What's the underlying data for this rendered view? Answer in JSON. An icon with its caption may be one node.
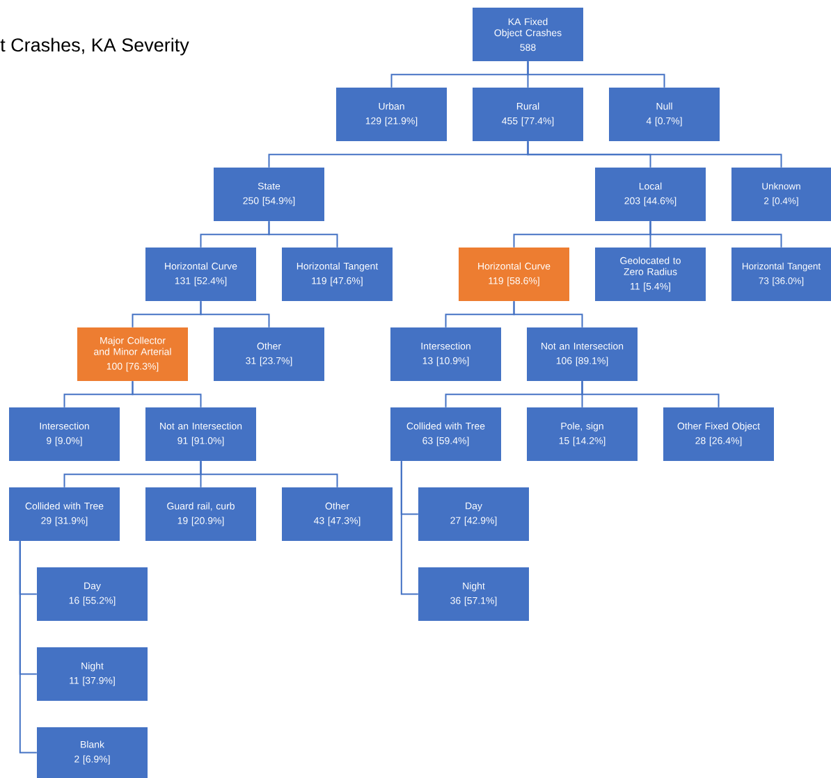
{
  "diagram": {
    "title": "t Crashes, KA Severity",
    "nodes": [
      {
        "text": [
          "KA Fixed Object Crashes",
          "588"
        ]
      },
      {
        "text": [
          "Urban",
          "129 [21.9%]"
        ]
      },
      {
        "text": [
          "Rural",
          "455 [77.4%]"
        ]
      },
      {
        "text": [
          "Null",
          "4 [0.7%]"
        ]
      },
      {
        "text": [
          "State",
          "250 [54.9%]"
        ]
      },
      {
        "text": [
          "Local",
          "203 [44.6%]"
        ]
      },
      {
        "text": [
          "Unknown",
          "2 [0.4%]"
        ]
      },
      {
        "text": [
          "Horizontal Curve",
          "131 [52.4%]"
        ]
      },
      {
        "text": [
          "Horizontal Tangent",
          "119 [47.6%]"
        ]
      },
      {
        "text": [
          "Horizontal Curve",
          "119 [58.6%]"
        ]
      },
      {
        "text": [
          "Geolocated to Zero Radius",
          "11 [5.4%]"
        ]
      },
      {
        "text": [
          "Horizontal Tangent",
          "73 [36.0%]"
        ]
      },
      {
        "text": [
          "Major Collector and Minor Arterial",
          "100 [76.3%]"
        ]
      },
      {
        "text": [
          "Other",
          "31 [23.7%]"
        ]
      },
      {
        "text": [
          "Intersection",
          "13 [10.9%]"
        ]
      },
      {
        "text": [
          "Not an Intersection",
          "106 [89.1%]"
        ]
      },
      {
        "text": [
          "Intersection",
          "9 [9.0%]"
        ]
      },
      {
        "text": [
          "Not an Intersection",
          "91 [91.0%]"
        ]
      },
      {
        "text": [
          "Collided with Tree",
          "63 [59.4%]"
        ]
      },
      {
        "text": [
          "Pole, sign",
          "15 [14.2%]"
        ]
      },
      {
        "text": [
          "Other Fixed Object",
          "28 [26.4%]"
        ]
      },
      {
        "text": [
          "Collided with Tree",
          "29 [31.9%]"
        ]
      },
      {
        "text": [
          "Guard rail, curb",
          "19 [20.9%]"
        ]
      },
      {
        "text": [
          "Other",
          "43 [47.3%]"
        ]
      },
      {
        "text": [
          "Day",
          "27 [42.9%]"
        ]
      },
      {
        "text": [
          "Night",
          "36 [57.1%]"
        ]
      },
      {
        "text": [
          "Day",
          "16 [55.2%]"
        ]
      },
      {
        "text": [
          "Night",
          "11 [37.9%]"
        ]
      },
      {
        "text": [
          "Blank",
          "2 [6.9%]"
        ]
      }
    ],
    "edges": [
      {
        "from": 0,
        "to": 1,
        "arrow": "none"
      },
      {
        "from": 0,
        "to": 2,
        "arrow": "none"
      },
      {
        "from": 0,
        "to": 3,
        "arrow": "none"
      },
      {
        "from": 2,
        "to": 4,
        "arrow": "none"
      },
      {
        "from": 2,
        "to": 5,
        "arrow": "none"
      },
      {
        "from": 2,
        "to": 6,
        "arrow": "none"
      },
      {
        "from": 4,
        "to": 7,
        "arrow": "none"
      },
      {
        "from": 4,
        "to": 8,
        "arrow": "none"
      },
      {
        "from": 5,
        "to": 9,
        "arrow": "none"
      },
      {
        "from": 5,
        "to": 10,
        "arrow": "none"
      },
      {
        "from": 5,
        "to": 11,
        "arrow": "none"
      },
      {
        "from": 7,
        "to": 12,
        "arrow": "none"
      },
      {
        "from": 7,
        "to": 13,
        "arrow": "none"
      },
      {
        "from": 9,
        "to": 14,
        "arrow": "none"
      },
      {
        "from": 9,
        "to": 15,
        "arrow": "none"
      },
      {
        "from": 12,
        "to": 16,
        "arrow": "none"
      },
      {
        "from": 12,
        "to": 17,
        "arrow": "none"
      },
      {
        "from": 15,
        "to": 18,
        "arrow": "none"
      },
      {
        "from": 15,
        "to": 19,
        "arrow": "none"
      },
      {
        "from": 15,
        "to": 20,
        "arrow": "none"
      },
      {
        "from": 17,
        "to": 21,
        "arrow": "none"
      },
      {
        "from": 17,
        "to": 22,
        "arrow": "none"
      },
      {
        "from": 17,
        "to": 23,
        "arrow": "none"
      },
      {
        "from": 18,
        "to": 24,
        "arrow": "none"
      },
      {
        "from": 18,
        "to": 25,
        "arrow": "none"
      },
      {
        "from": 21,
        "to": 26,
        "arrow": "none"
      },
      {
        "from": 21,
        "to": 27,
        "arrow": "none"
      },
      {
        "from": 21,
        "to": 28,
        "arrow": "none"
      }
    ]
  }
}
